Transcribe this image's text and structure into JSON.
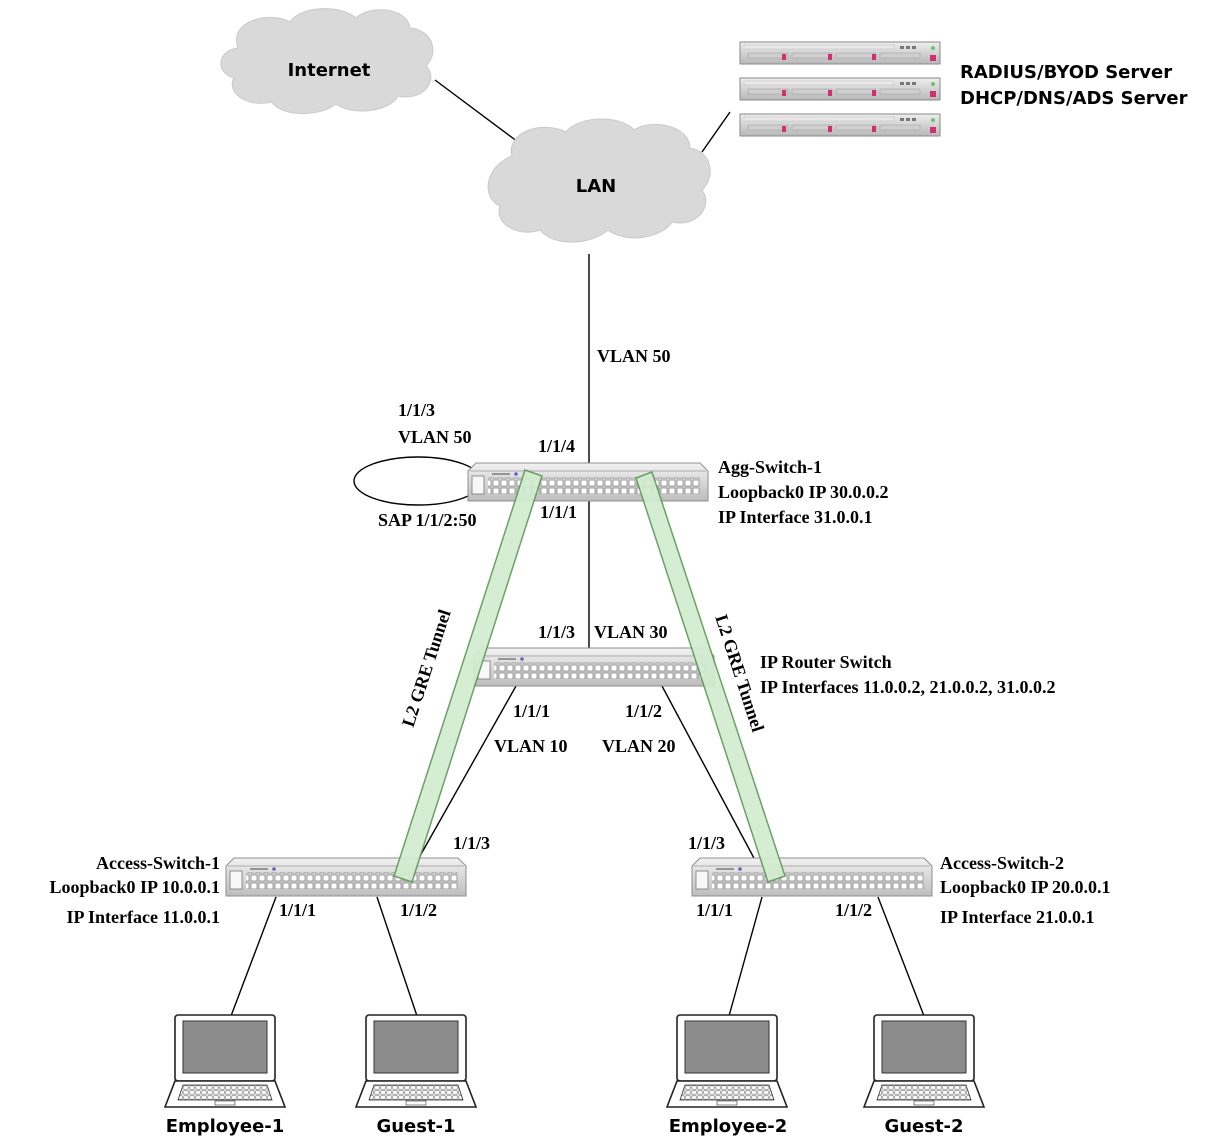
{
  "clouds": {
    "internet": "Internet",
    "lan": "LAN"
  },
  "servers": {
    "line1": "RADIUS/BYOD Server",
    "line2": "DHCP/DNS/ADS Server"
  },
  "links": {
    "lan_vlan": "VLAN 50",
    "loop_port": "1/1/3",
    "loop_vlan": "VLAN 50",
    "loop_sap": "SAP 1/1/2:50",
    "agg_up_port": "1/1/4",
    "agg_down_port": "1/1/1",
    "router_up_port": "1/1/3",
    "router_up_vlan": "VLAN 30",
    "router_port_left": "1/1/1",
    "router_vlan_left": "VLAN 10",
    "router_port_right": "1/1/2",
    "router_vlan_right": "VLAN 20",
    "acc1_up_port": "1/1/3",
    "acc2_up_port": "1/1/3",
    "acc1_port1": "1/1/1",
    "acc1_port2": "1/1/2",
    "acc2_port1": "1/1/1",
    "acc2_port2": "1/1/2"
  },
  "agg_switch": {
    "name": "Agg-Switch-1",
    "loopback": "Loopback0 IP 30.0.0.2",
    "ip_interface": "IP Interface 31.0.0.1"
  },
  "router_switch": {
    "name": "IP Router Switch",
    "interfaces": "IP Interfaces 11.0.0.2, 21.0.0.2, 31.0.0.2"
  },
  "access_switch_1": {
    "name": "Access-Switch-1",
    "loopback": "Loopback0 IP 10.0.0.1",
    "ip_interface": "IP Interface 11.0.0.1"
  },
  "access_switch_2": {
    "name": "Access-Switch-2",
    "loopback": "Loopback0 IP 20.0.0.1",
    "ip_interface": "IP Interface 21.0.0.1"
  },
  "tunnels": {
    "left": "L2 GRE Tunnel",
    "right": "L2 GRE Tunnel"
  },
  "hosts": {
    "employee1": "Employee-1",
    "guest1": "Guest-1",
    "employee2": "Employee-2",
    "guest2": "Guest-2"
  }
}
